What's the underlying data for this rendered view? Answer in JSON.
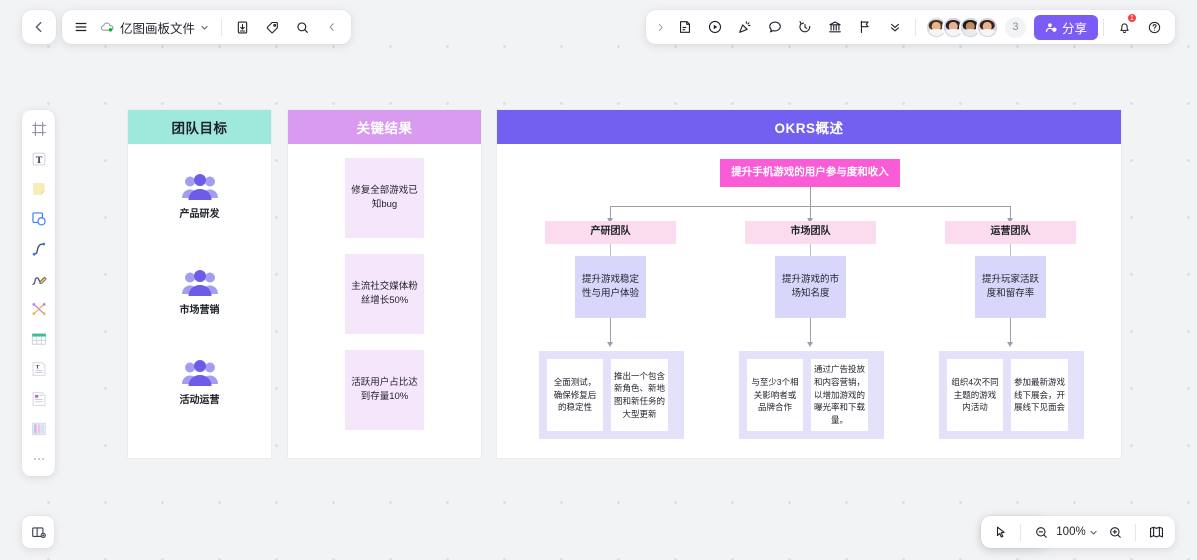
{
  "topbar": {
    "back_icon": "chevron-left-icon",
    "menu_icon": "hamburger-menu-icon",
    "cloud_icon": "cloud-saved-icon",
    "doc_name": "亿图画板文件",
    "doc_caret_icon": "chevron-down-icon",
    "download_icon": "download-icon",
    "tag_icon": "tag-icon",
    "search_icon": "search-icon",
    "collapse_icon": "chevron-left-icon"
  },
  "topright": {
    "expand_icon": "chevron-right-icon",
    "tools": [
      {
        "name": "sticker-icon"
      },
      {
        "name": "play-circle-icon"
      },
      {
        "name": "celebrate-icon"
      },
      {
        "name": "comment-icon"
      },
      {
        "name": "timer-icon"
      },
      {
        "name": "vote-icon"
      },
      {
        "name": "cursor-flag-icon"
      },
      {
        "name": "chevron-double-down-icon"
      }
    ],
    "avatars": [
      {
        "ring": "#F5A623"
      },
      {
        "ring": "#9254DE"
      },
      {
        "ring": "#22C3E6"
      },
      {
        "ring": "#F759AB"
      }
    ],
    "more_count": "3",
    "share_label": "分享",
    "share_icon": "share-user-icon",
    "share_color": "#7b5cf5",
    "bell_icon": "bell-icon",
    "bell_badge": "1",
    "help_icon": "help-circle-icon"
  },
  "rail": {
    "items": [
      {
        "name": "frame-tool",
        "icon": "frame-icon"
      },
      {
        "name": "text-tool",
        "icon": "text-t-icon"
      },
      {
        "name": "sticky-note-tool",
        "icon": "sticky-note-icon"
      },
      {
        "name": "shape-tool",
        "icon": "shapes-icon"
      },
      {
        "name": "curve-tool",
        "icon": "curve-line-icon"
      },
      {
        "name": "pen-tool",
        "icon": "pen-icon"
      },
      {
        "name": "connector-tool",
        "icon": "connector-icon"
      },
      {
        "name": "table-tool",
        "icon": "table-icon"
      },
      {
        "name": "text-block-tool",
        "icon": "text-block-icon"
      },
      {
        "name": "card-tool",
        "icon": "card-icon"
      },
      {
        "name": "kanban-tool",
        "icon": "kanban-columns-icon"
      },
      {
        "name": "more-tools",
        "icon": "ellipsis-icon"
      }
    ]
  },
  "bottomleft": {
    "panel_icon": "layout-panel-icon"
  },
  "bottomright": {
    "undo_icon": "undo-arrow-icon",
    "redo_icon": "redo-arrow-icon",
    "cursor_icon": "cursor-pointer-icon",
    "zoom_out_icon": "zoom-minus-icon",
    "zoom_level": "100%",
    "zoom_caret_icon": "chevron-down-icon",
    "zoom_in_icon": "zoom-plus-icon",
    "minimap_icon": "minimap-book-icon"
  },
  "board": {
    "columns": [
      {
        "id": "goals",
        "title": "团队目标",
        "header_color": "#9FE8DC",
        "teams": [
          {
            "label": "产品研发"
          },
          {
            "label": "市场营销"
          },
          {
            "label": "活动运营"
          }
        ]
      },
      {
        "id": "key_results",
        "title": "关键结果",
        "header_color": "#D99BF0",
        "cards": [
          {
            "text": "修复全部游戏已知bug"
          },
          {
            "text": "主流社交媒体粉丝增长50%"
          },
          {
            "text": "活跃用户占比达到存量10%"
          }
        ]
      },
      {
        "id": "okrs",
        "title": "OKRS概述",
        "header_color": "#7260F0"
      }
    ],
    "okr_tree": {
      "root": {
        "text": "提升手机游戏的用户参与度和收入",
        "color": "#FA5BD7"
      },
      "branches": [
        {
          "team": "产研团队",
          "objective": "提升游戏稳定性与用户体验",
          "leaves": [
            "全面测试，确保修复后的稳定性",
            "推出一个包含新角色、新地图和新任务的大型更新"
          ]
        },
        {
          "team": "市场团队",
          "objective": "提升游戏的市场知名度",
          "leaves": [
            "与至少3个相关影响者或品牌合作",
            "通过广告投放和内容营销，以增加游戏的曝光率和下载量。"
          ]
        },
        {
          "team": "运营团队",
          "objective": "提升玩家活跃度和留存率",
          "leaves": [
            "组织4次不同主题的游戏内活动",
            "参加最新游戏线下展会，开展线下见面会"
          ]
        }
      ]
    }
  }
}
